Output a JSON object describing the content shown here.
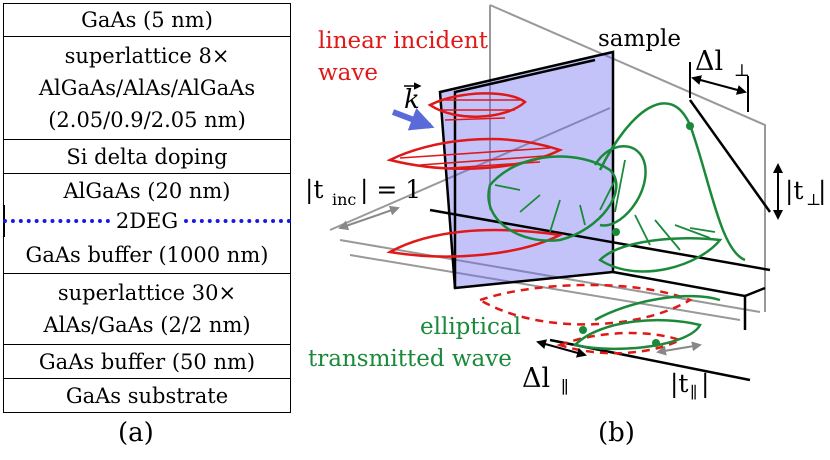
{
  "layers": [
    {
      "lines": [
        "GaAs (5 nm)"
      ]
    },
    {
      "lines": [
        "superlattice 8×",
        "AlGaAs/AlAs/AlGaAs",
        "(2.05/0.9/2.05 nm)"
      ]
    },
    {
      "lines": [
        "Si delta doping"
      ]
    },
    {
      "lines": [
        "AlGaAs (20 nm)"
      ]
    },
    {
      "lines": [
        "GaAs buffer (1000 nm)"
      ]
    },
    {
      "lines": [
        "superlattice 30×",
        "AlAs/GaAs (2/2 nm)"
      ]
    },
    {
      "lines": [
        "GaAs buffer (50 nm)"
      ]
    },
    {
      "lines": [
        "GaAs substrate"
      ]
    }
  ],
  "twodeg_label": "2DEG",
  "panel_a_label": "(a)",
  "panel_b_label": "(b)",
  "diagram": {
    "sample_label": "sample",
    "incident_label": [
      "linear incident",
      "wave"
    ],
    "transmitted_label": [
      "elliptical",
      "transmitted wave"
    ],
    "k_label": "k",
    "t_inc_label": "|t",
    "t_inc_sub": "inc",
    "t_inc_eq": "| = 1",
    "dl_perp": "Δl",
    "dl_par": "Δl",
    "t_perp": "|t",
    "t_par": "|t",
    "perp": "⊥",
    "par": "∥"
  },
  "colors": {
    "incident": "#e01818",
    "transmitted": "#1a8a3a",
    "sample": "#6a6af0",
    "twodeg": "#1a1ae6",
    "k_arrow": "#5a6ad8"
  }
}
